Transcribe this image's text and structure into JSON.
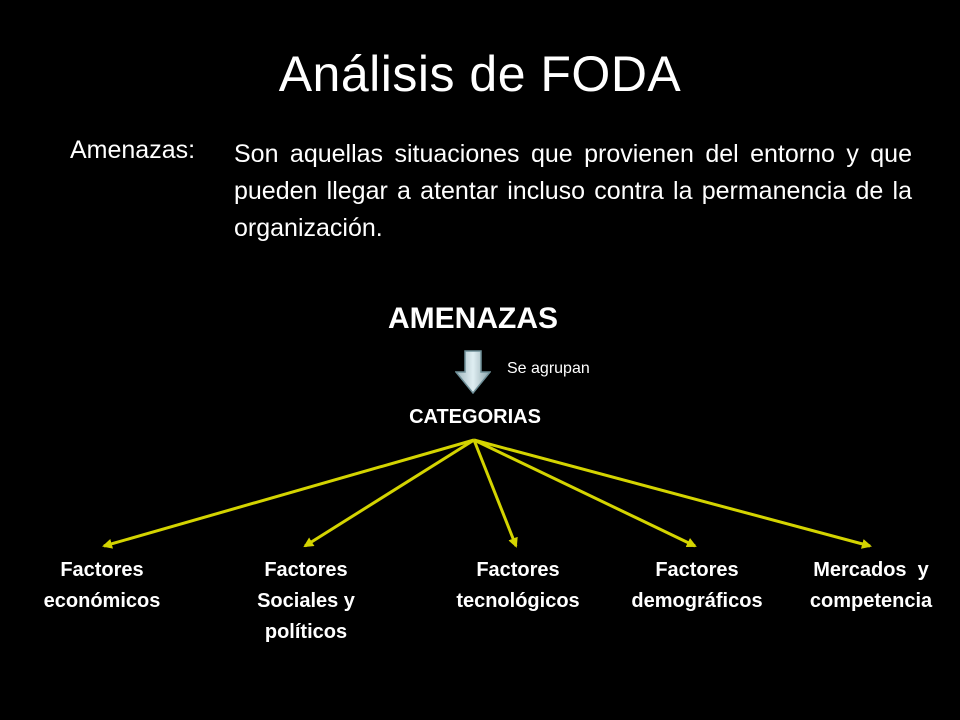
{
  "title": "Análisis de FODA",
  "definition": {
    "term": "Amenazas:",
    "text": "Son aquellas situaciones que provienen del entorno y que pueden llegar a atentar incluso contra la permanencia de la organización."
  },
  "diagram": {
    "heading": "AMENAZAS",
    "arrow_label": "Se agrupan",
    "hub": "CATEGORIAS",
    "arrow_icon": "down-arrow-icon",
    "connector_color": "#d4d400",
    "factors": [
      {
        "line1": "Factores",
        "line2": "económicos",
        "line3": ""
      },
      {
        "line1": "Factores",
        "line2": "Sociales y",
        "line3": "políticos"
      },
      {
        "line1": "Factores",
        "line2": "tecnológicos",
        "line3": ""
      },
      {
        "line1": "Factores",
        "line2": "demográficos",
        "line3": ""
      },
      {
        "line1": "Mercados  y",
        "line2": "competencia",
        "line3": ""
      }
    ]
  }
}
